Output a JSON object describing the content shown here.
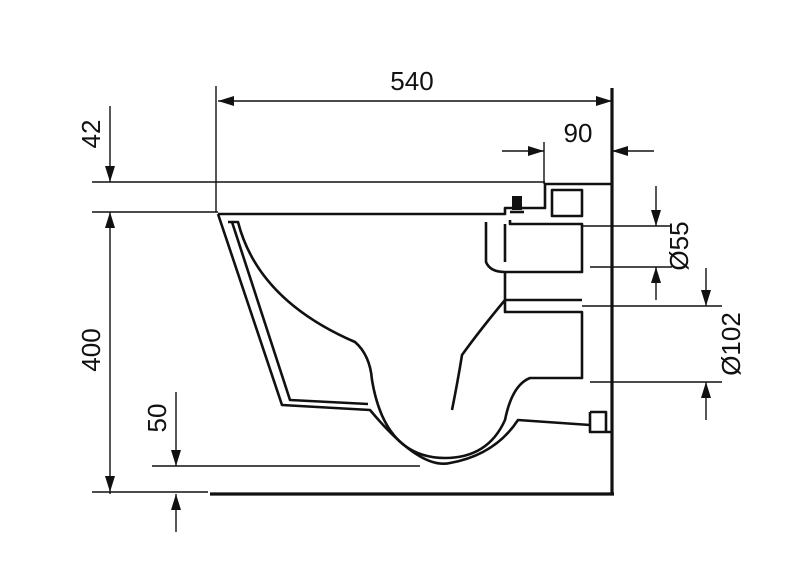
{
  "dimensions": {
    "total_length": "540",
    "wall_offset": "90",
    "seat_height_offset": "42",
    "height": "400",
    "bottom_offset": "50",
    "water_inlet_diameter": "Ø55",
    "outlet_diameter": "Ø102"
  },
  "colors": {
    "line": "#111111",
    "background": "#ffffff"
  }
}
